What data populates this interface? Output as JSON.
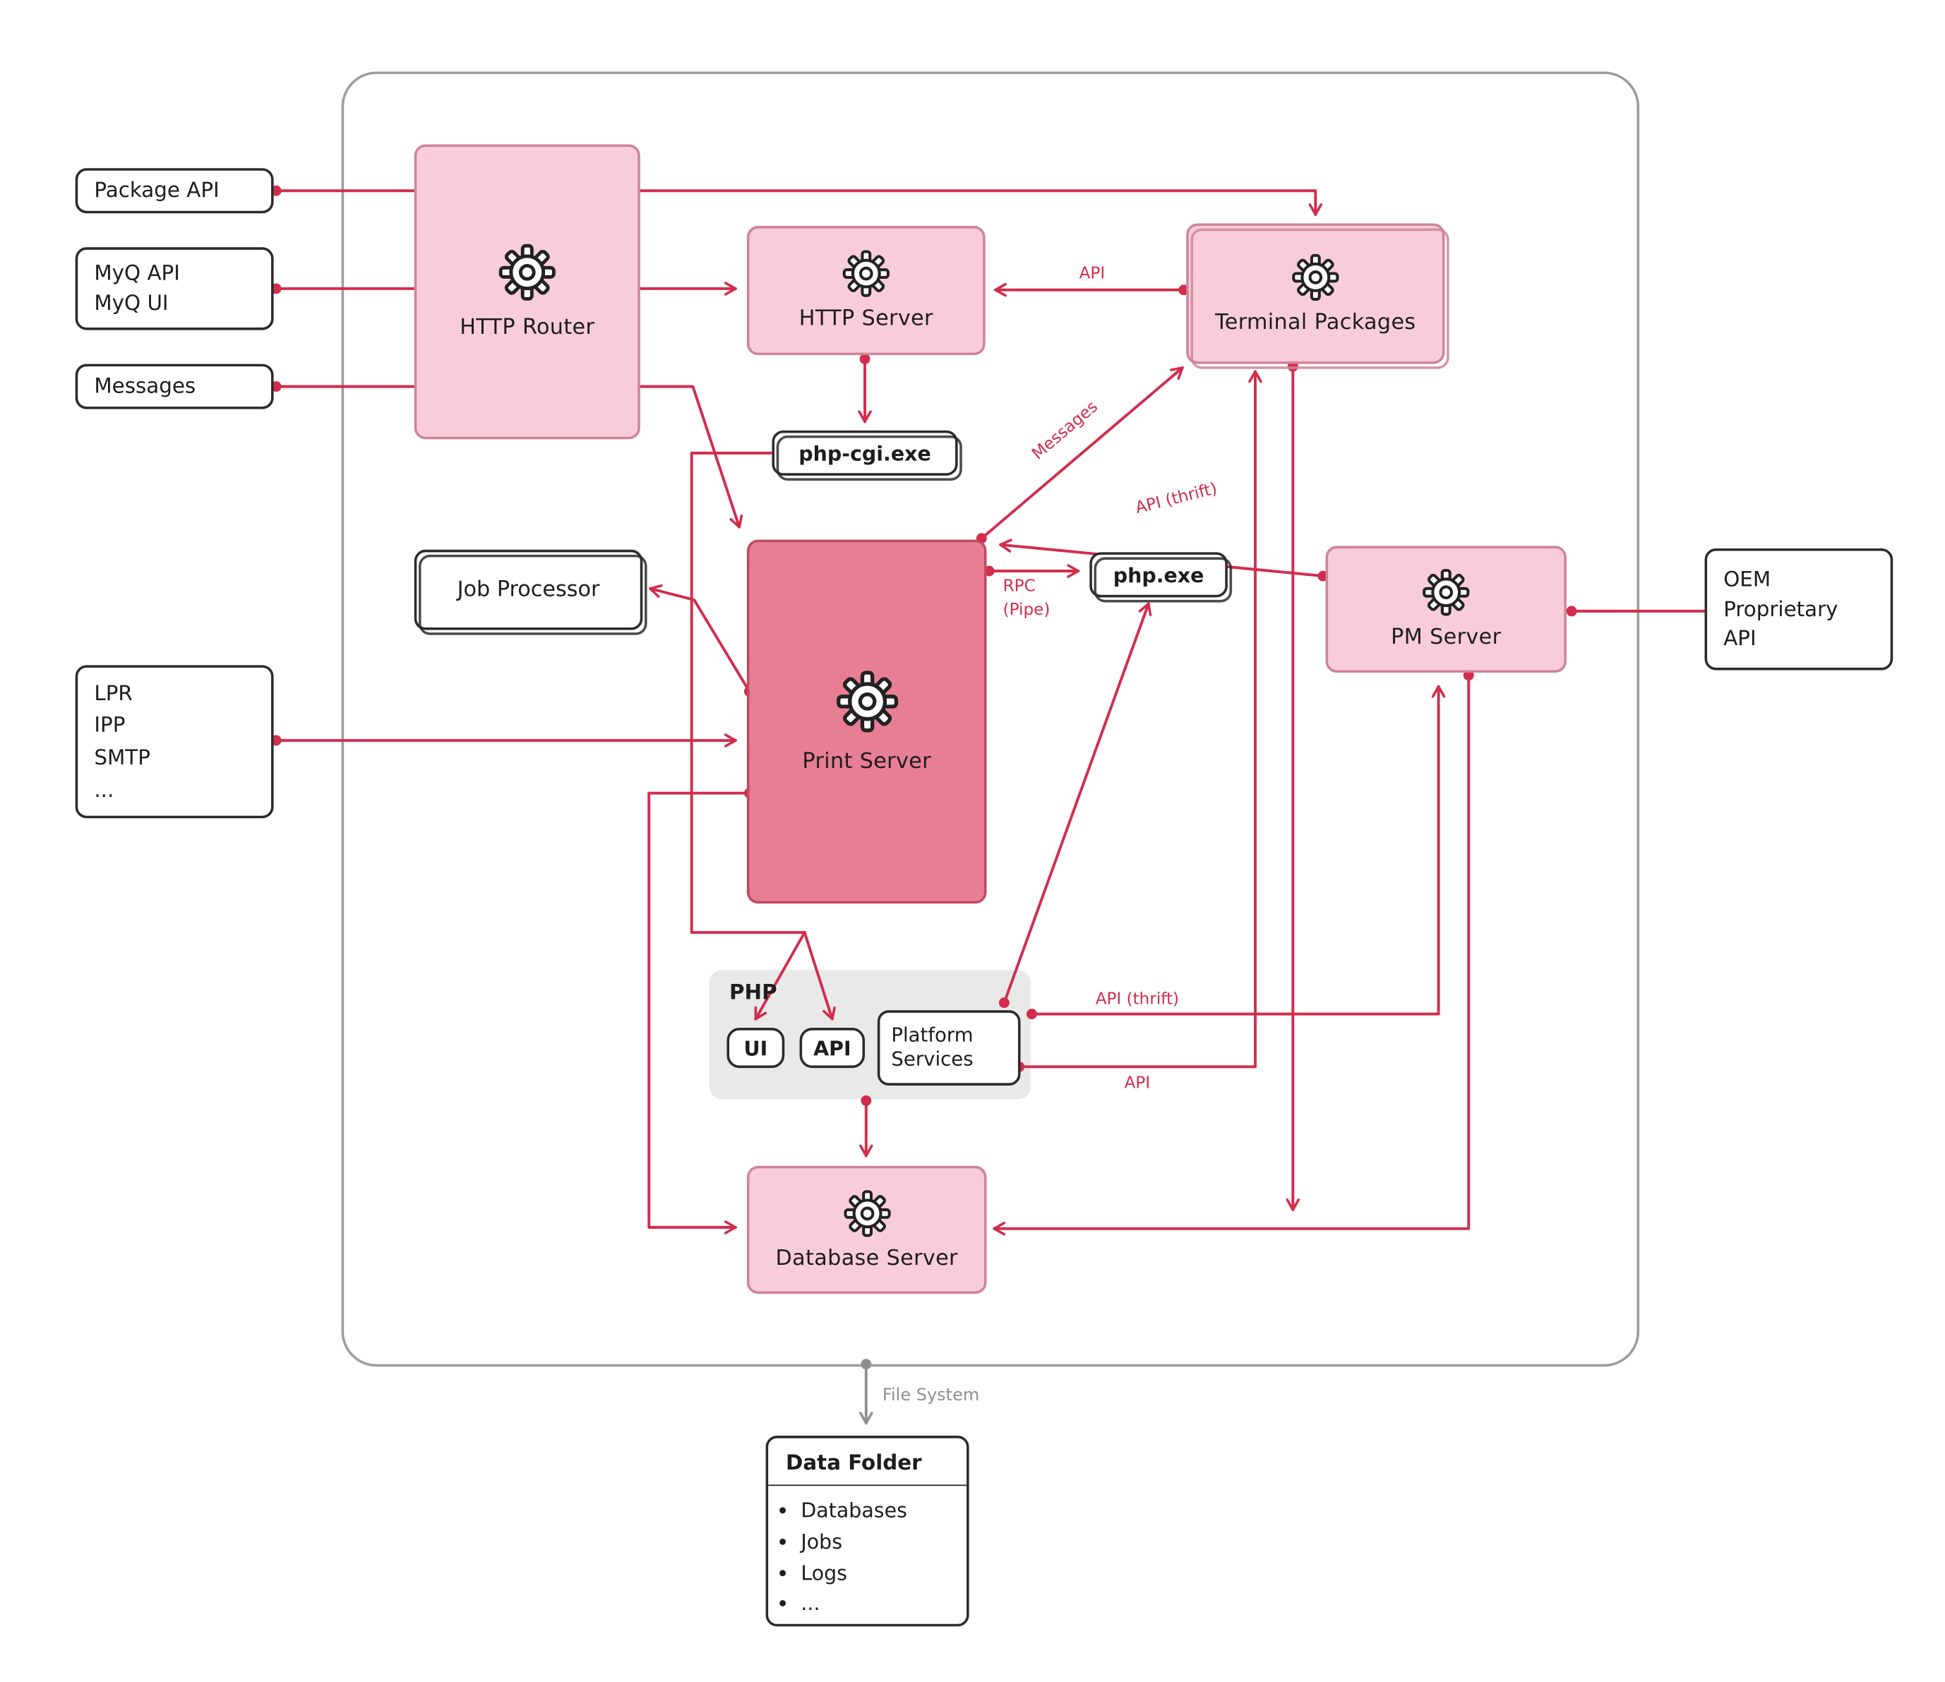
{
  "colors": {
    "accent": "#d22d4c",
    "node_pink": "#f8cdd9",
    "node_rose": "#e87e93",
    "ink": "#2b2b2b",
    "frame_gray": "#9d9d9d",
    "muted_gray": "#8f8f8f",
    "group_gray": "#e9e9e9"
  },
  "external": {
    "package_api": "Package API",
    "myq": [
      "MyQ API",
      "MyQ UI"
    ],
    "messages": "Messages",
    "protocols": [
      "LPR",
      "IPP",
      "SMTP",
      "..."
    ],
    "oem": [
      "OEM",
      "Proprietary",
      "API"
    ]
  },
  "nodes": {
    "http_router": "HTTP Router",
    "http_server": "HTTP Server",
    "terminal_packages": "Terminal Packages",
    "php_cgi": "php-cgi.exe",
    "job_processor": "Job Processor",
    "print_server": "Print Server",
    "php_exe": "php.exe",
    "pm_server": "PM Server",
    "database_server": "Database Server",
    "php_group": {
      "label": "PHP",
      "ui": "UI",
      "api": "API",
      "platform_services": "Platform Services"
    }
  },
  "edges": {
    "api": "API",
    "messages": "Messages",
    "api_thrift": "API (thrift)",
    "rpc": "RPC",
    "pipe": "(Pipe)",
    "api_thrift2": "API (thrift)",
    "api2": "API",
    "file_system": "File System"
  },
  "data_folder": {
    "title": "Data Folder",
    "items": [
      "Databases",
      "Jobs",
      "Logs",
      "..."
    ]
  }
}
